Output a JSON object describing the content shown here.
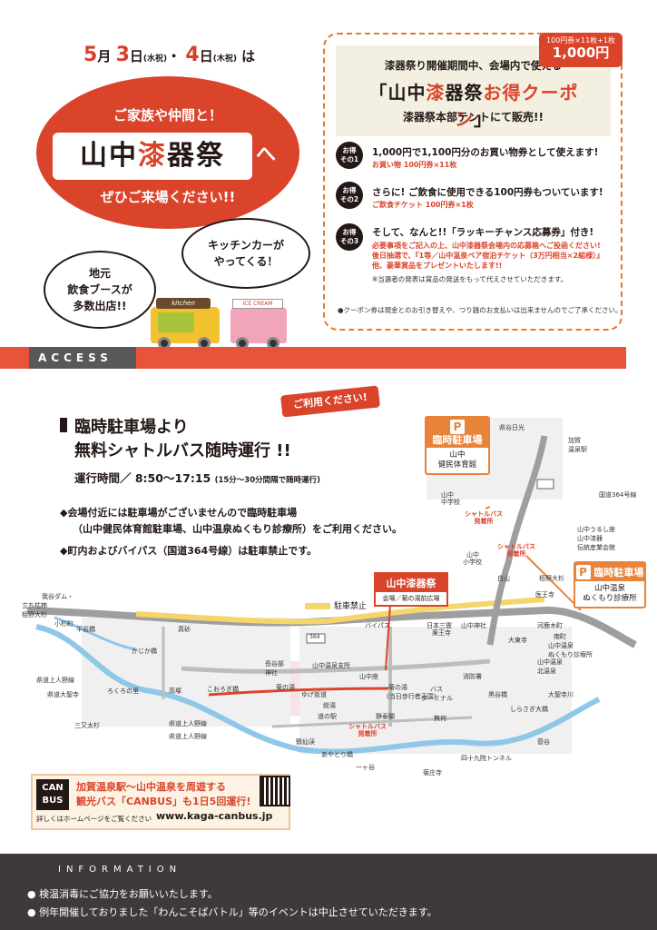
{
  "hero": {
    "date_m": "5",
    "date_month_char": "月",
    "date_d1": "3",
    "date_d1_char": "日",
    "date_d1_day": "(水祝)",
    "date_sep": "・",
    "date_d2": "4",
    "date_d2_char": "日",
    "date_d2_day": "(木祝)",
    "date_tail": "は",
    "line1": "ご家族や仲間と！",
    "logo_a": "山中",
    "logo_b": "漆",
    "logo_c": "器祭",
    "line2_tail": "へ",
    "line3": "ぜひご来場ください!!",
    "bubble_kitchen_1": "キッチンカーが",
    "bubble_kitchen_2": "やってくる！",
    "bubble_booth_1": "地元",
    "bubble_booth_2": "飲食ブースが",
    "bubble_booth_3": "多数出店!!",
    "truck1_sign": "kitchen",
    "truck2_sign": "ICE CREAM"
  },
  "coupon": {
    "lead": "漆器祭り開催期間中、会場内で使える",
    "title_a": "「山中",
    "title_b": "漆",
    "title_c": "器祭",
    "title_d": "お得クーポン",
    "title_e": "」",
    "sub": "漆器祭本部テントにて販売!!",
    "badge_top": "100円券×11枚+1枚",
    "badge_price": "1,000円",
    "perks": [
      {
        "badge_1": "お得",
        "badge_2": "その1",
        "main": "1,000円で1,100円分のお買い物券として使えます!",
        "sub": "お買い物 100円券×11枚"
      },
      {
        "badge_1": "お得",
        "badge_2": "その2",
        "main": "さらに! ご飲食に使用できる100円券もついています!",
        "sub": "ご飲食チケット 100円券×1枚"
      },
      {
        "badge_1": "お得",
        "badge_2": "その3",
        "main": "そして、なんと!!「ラッキーチャンス応募券」付き!",
        "sub_1": "必要事項をご記入の上、山中漆器祭会場内の応募箱へご投函ください!",
        "sub_2": "後日抽選で、『1等／山中温泉ペア宿泊チケット（3万円相当×2組様）』",
        "sub_3": "他、豪華賞品をプレゼントいたします!!",
        "note": "※当選者の発表は賞品の発送をもって代えさせていただきます。"
      }
    ],
    "footer": "●クーポン券は現金とのお引き替えや、つり銭のお支払いは出来ませんのでご了承ください。"
  },
  "access": {
    "tab": "ACCESS",
    "title_1": "臨時駐車場より",
    "title_2": "無料シャトルバス随時運行 !!",
    "use_tag": "ご利用ください!",
    "op_time": "運行時間／ 8:50～17:15",
    "op_time_note": "(15分～30分間隔で随時運行)",
    "note_1": "◆会場付近には駐車場がございませんので臨時駐車場",
    "note_2": "（山中健民体育館駐車場、山中温泉ぬくもり診療所）をご利用ください。",
    "note_3": "◆町内およびバイパス（国道364号線）は駐車禁止です。"
  },
  "map": {
    "parking_1_head": "臨時駐車場",
    "parking_1_body_1": "山中",
    "parking_1_body_2": "健民体育館",
    "parking_2_head": "臨時駐車場",
    "parking_2_body_1": "山中温泉",
    "parking_2_body_2": "ぬくもり診療所",
    "parking_p": "P",
    "venue_head": "山中漆器祭",
    "venue_body": "会場／菊の湯前広場",
    "noparking": "駐車禁止",
    "bus_stop_1_a": "シャトルバス",
    "bus_stop_1_b": "発着所",
    "bus_stop_2_a": "シャトルバス",
    "bus_stop_2_b": "発着所",
    "bus_stop_3_a": "シャトルバス",
    "bus_stop_3_b": "発着所",
    "route_shield": "364",
    "labels": [
      "県谷日光",
      "山中",
      "中学校",
      "山中",
      "小学校",
      "山中うるし座",
      "山中漆器",
      "伝統産業会館",
      "栢野大杉",
      "白山",
      "医王寺",
      "河鹿木町",
      "山中温泉",
      "北温泉",
      "大聖寺川",
      "日本三霊",
      "薬王寺",
      "山中神社",
      "バイパス",
      "長谷部",
      "神社",
      "山中温泉支所",
      "山中座",
      "菊の湯",
      "ゆげ街道",
      "総湯",
      "菊の湯",
      "(当日歩行者天国)",
      "道の駅",
      "静泰閣",
      "バス",
      "ターミナル",
      "無何",
      "消防署",
      "黒谷橋",
      "しらさぎ大橋",
      "四十九院トンネル",
      "鶴仙渓",
      "こおろぎ橋",
      "あやとり橋",
      "菊庄寺",
      "国道364号線",
      "我谷ダム・",
      "立ち枯柿",
      "栢野大杉",
      "小杉町",
      "平岩橋",
      "かじか橋",
      "真砂",
      "県道上人野線",
      "県道上人野線",
      "県道上人野線",
      "三又太杉",
      "県道大聖寺",
      "加賀",
      "温泉駅",
      "高塚",
      "菅谷",
      "一ヶ谷",
      "ろくろの里",
      "南町",
      "山中温泉",
      "ぬくもり診療所",
      "大東寺"
    ]
  },
  "canbus": {
    "logo_1": "CAN",
    "logo_2": "BUS",
    "line_1": "加賀温泉駅～山中温泉を周遊する",
    "line_2": "観光バス「CANBUS」も1日5回運行!",
    "line_3": "詳しくはホームページをご覧ください",
    "url": "www.kaga-canbus.jp"
  },
  "info": {
    "title": "INFORMATION",
    "item_1": "●  検温消毒にご協力をお願いいたします。",
    "item_2": "●  例年開催しておりました「わんこそばバトル」等のイベントは中止させていただきます。"
  }
}
